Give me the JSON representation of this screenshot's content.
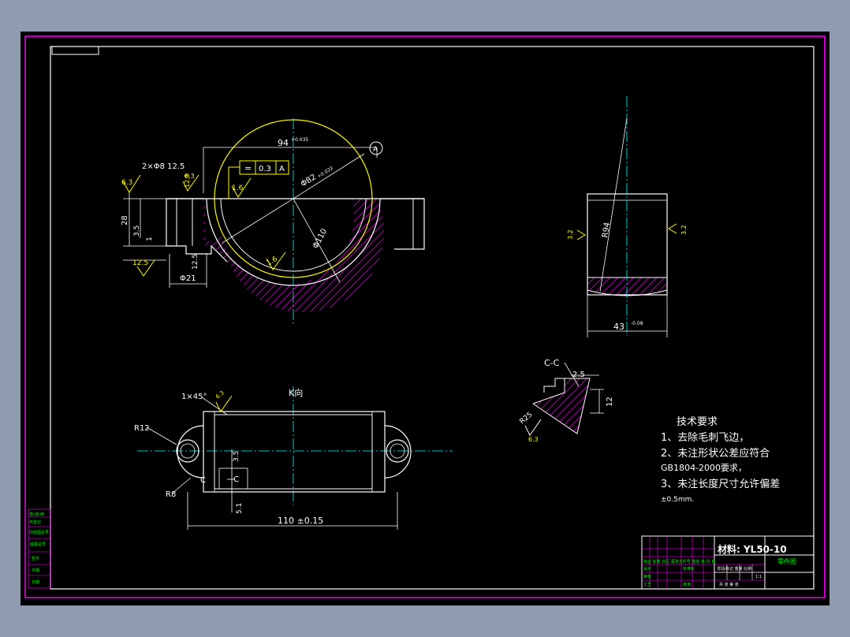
{
  "colors": {
    "background": "#000000",
    "border": "#ff00ff",
    "outline": "#ffffff",
    "centerline": "#00ffff",
    "surface_symbol": "#ffff00",
    "hatch": "#ff00ff",
    "titleblock_text": "#00ff00"
  },
  "front_view": {
    "dim_top_width": "94",
    "dim_top_tol": "+0.035",
    "dim_bore_dia": "Φ82",
    "dim_bore_tol": "+0.022",
    "dim_inner_dia": "Φ110",
    "dim_hole": "2×Φ8  12.5",
    "dim_height": "28",
    "dim_height_small": "3.5",
    "dim_one": "1",
    "dim_bottom": "Φ21",
    "dim_12_5": "12.5",
    "tol_symbol": "=",
    "tol_value": "0.3",
    "tol_datum": "A",
    "datum_label": "A",
    "roughness_1": "6.3",
    "roughness_2": "1.6",
    "roughness_3": "1.6",
    "roughness_4": "12.5",
    "roughness_5": "12.5",
    "roughness_6": "6.3"
  },
  "side_view": {
    "dim_radius": "R94",
    "dim_width": "43",
    "dim_width_tol": "-0.08",
    "roughness_left": "3.2",
    "roughness_right": "3.2"
  },
  "section_cc": {
    "title": "C-C",
    "dim_top": "2.5",
    "dim_right": "12",
    "dim_radius": "R25",
    "roughness": "6.3"
  },
  "bottom_view": {
    "title": "K向",
    "chamfer": "1×45°",
    "dim_r12": "R12",
    "dim_r8": "R8",
    "dim_length": "110 ±0.15",
    "dim_small": "5.1",
    "dim_small_b": "3.5",
    "section_mark_a": "C",
    "section_mark_b": "C",
    "roughness": "6.3"
  },
  "notes": {
    "title": "技术要求",
    "items": [
      "1、去除毛刺飞边，",
      "2、未注形状公差应符合",
      "GB1804-2000要求，",
      "3、未注长度尺寸允许偏差",
      "±0.5mm."
    ]
  },
  "title_block": {
    "material": "材料: YL50-10",
    "drawing_name": "零件图",
    "row1": "标记  处数  分区  更改文件号  签名  年 月 日",
    "designer": "设计",
    "standard": "标准化",
    "approve": "批准",
    "audit": "审核",
    "process": "工艺",
    "stage": "阶段标记  重量  比例",
    "scale": "1:1",
    "sheet": "共  张  第  张"
  },
  "side_labels": [
    "借(通)用",
    "件登记",
    "旧底图总号",
    "底图总号",
    "签字",
    "日期",
    "日期"
  ]
}
